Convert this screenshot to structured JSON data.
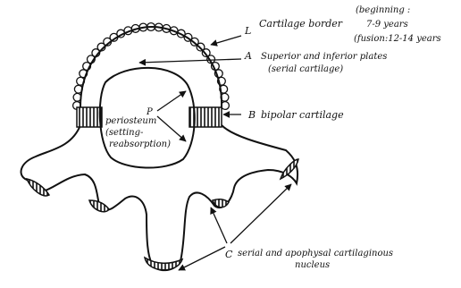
{
  "labels": {
    "L": "L",
    "cartilage_border": "Cartilage border",
    "beginning": "(beginning :",
    "beginning_years": "7-9 years",
    "fusion": "(fusion:12-14 years",
    "A": "A",
    "plates_line1": "Superior and inferior plates",
    "plates_line2": "(serial cartilage)",
    "B": "B",
    "bipolar": "bipolar cartilage",
    "P": "P",
    "perio_line1": "periosteum",
    "perio_line2": "(setting-",
    "perio_line3": "reabsorption)",
    "C": "C",
    "serial_line1": "serial and apophysal cartilaginous",
    "serial_line2": "nucleus"
  },
  "colors": {
    "ink": "#111111",
    "paper": "#ffffff"
  }
}
